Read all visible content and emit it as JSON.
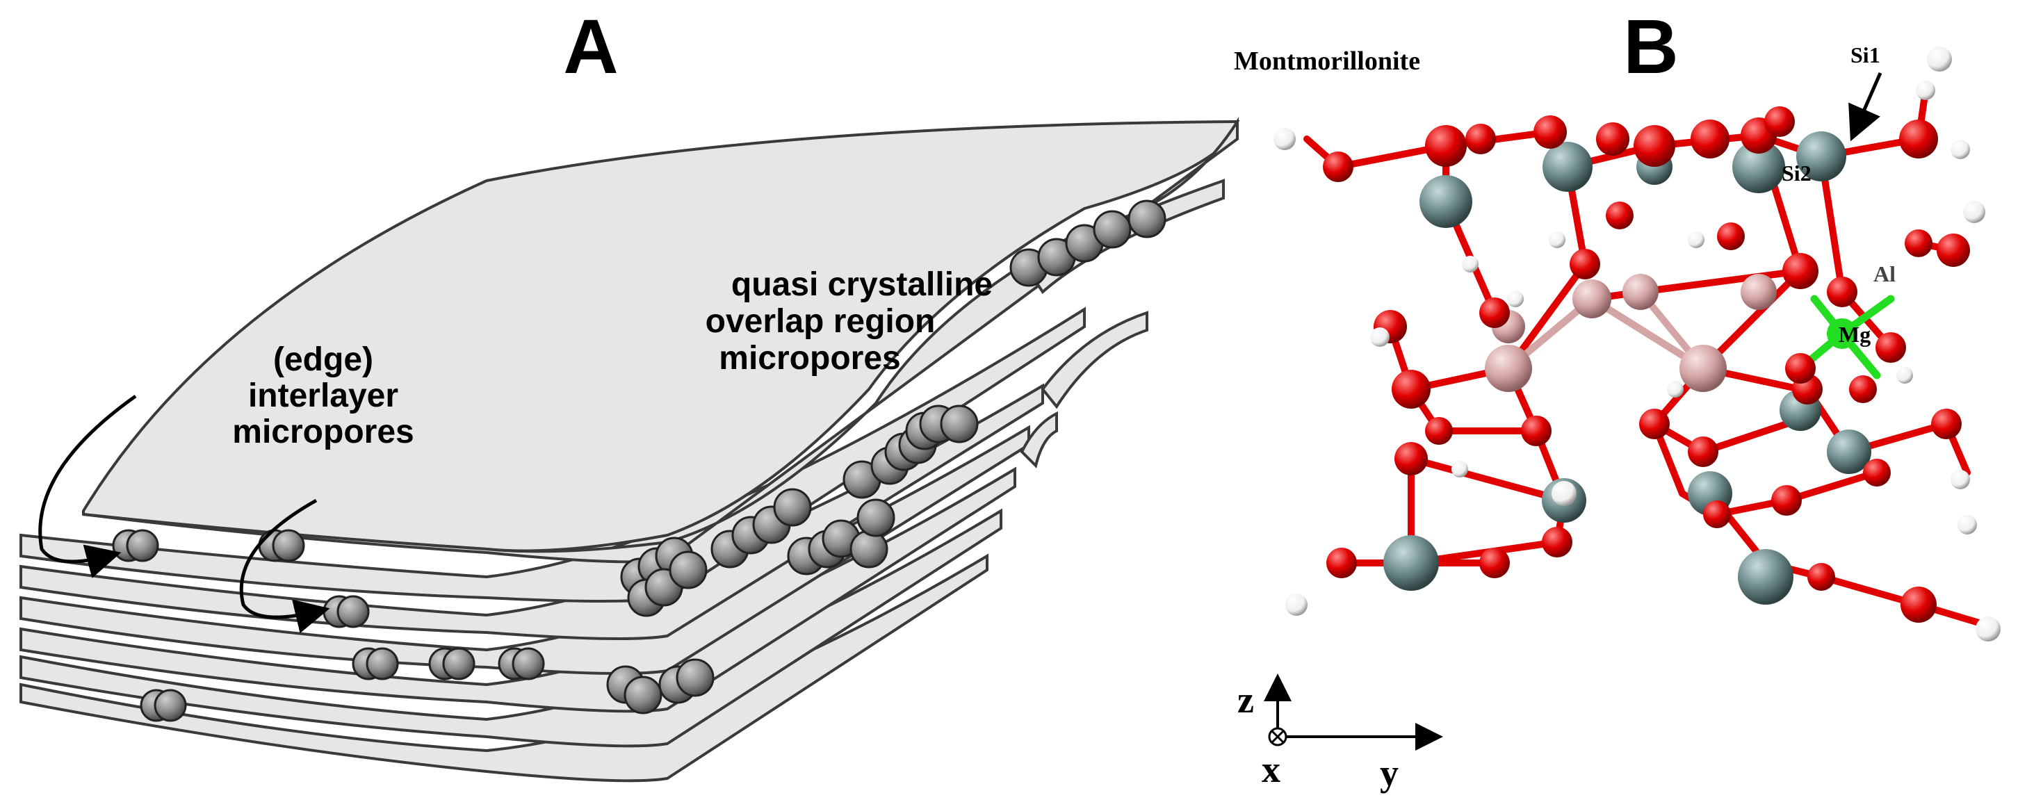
{
  "panel_a": {
    "letter": "A",
    "labels": {
      "quasi_line1": "quasi crystalline",
      "quasi_line2": "overlap region",
      "quasi_line3": "micropores",
      "edge_line1": "(edge)",
      "edge_line2": "interlayer",
      "edge_line3": "micropores"
    },
    "colors": {
      "sheet_fill": "#e6e6e6",
      "sheet_stroke": "#3a3a3a",
      "particle": "#8c8c8c"
    }
  },
  "panel_b": {
    "letter": "B",
    "title": "Montmorillonite",
    "atom_labels": {
      "si1": "Si1",
      "si2": "Si2",
      "al": "Al",
      "mg": "Mg"
    },
    "axes": {
      "z": "z",
      "x": "x",
      "y": "y",
      "x_symbol": "⊗"
    },
    "colors": {
      "oxygen": "#e00000",
      "silicon": "#6e8b8b",
      "aluminum": "#d4a5a5",
      "magnesium": "#22dd22",
      "hydrogen": "#ffffff",
      "bond": "#e00000"
    }
  }
}
